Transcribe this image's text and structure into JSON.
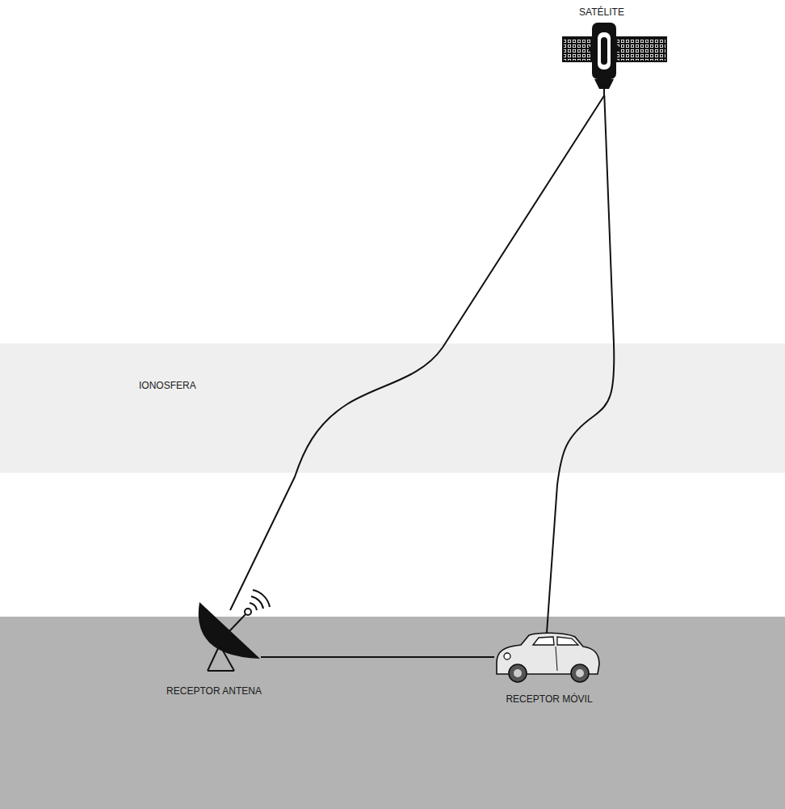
{
  "diagram": {
    "nodes": [
      {
        "text": [
          "SATÉLITE"
        ]
      },
      {
        "text": [
          "IONOSFERA"
        ]
      },
      {
        "text": [
          "RECEPTOR ANTENA"
        ]
      },
      {
        "text": [
          "RECEPTOR MÓVIL"
        ]
      }
    ],
    "edges": [
      {
        "from": 0,
        "to": 2,
        "arrow": "none"
      },
      {
        "from": 0,
        "to": 3,
        "arrow": "none"
      },
      {
        "from": 2,
        "to": 3,
        "arrow": "none"
      }
    ]
  }
}
